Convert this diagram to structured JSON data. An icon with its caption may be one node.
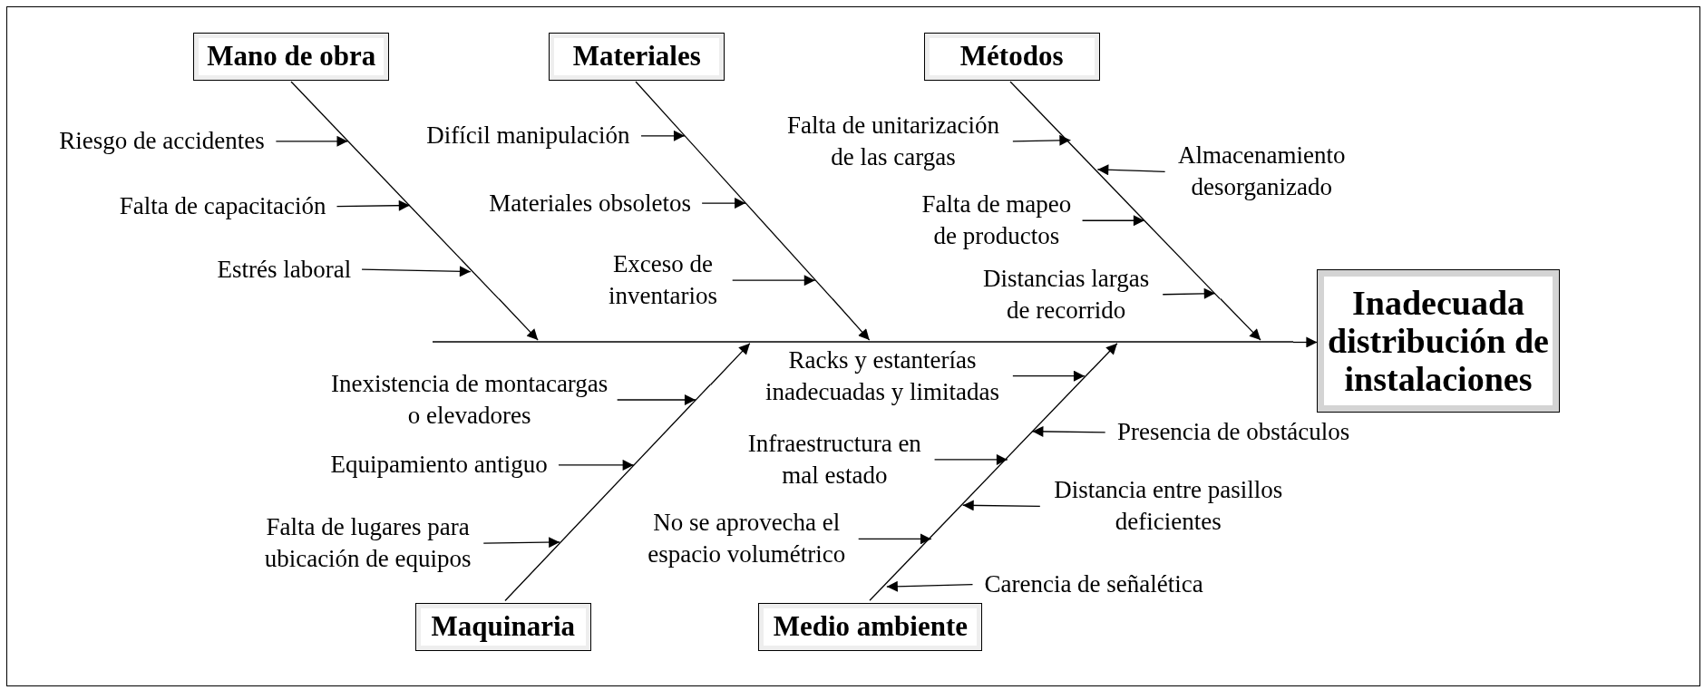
{
  "diagram": {
    "nodes": [
      {
        "text": [
          "Mano de obra"
        ]
      },
      {
        "text": [
          "Materiales"
        ]
      },
      {
        "text": [
          "Métodos"
        ]
      },
      {
        "text": [
          "Inadecuada distribución de instalaciones"
        ]
      },
      {
        "text": [
          "Maquinaria"
        ]
      },
      {
        "text": [
          "Medio ambiente"
        ]
      },
      {
        "text": [
          "Riesgo de accidentes"
        ]
      },
      {
        "text": [
          "Falta de capacitación"
        ]
      },
      {
        "text": [
          "Estrés laboral"
        ]
      },
      {
        "text": [
          "Difícil manipulación"
        ]
      },
      {
        "text": [
          "Materiales obsoletos"
        ]
      },
      {
        "text": [
          "Exceso de inventarios"
        ]
      },
      {
        "text": [
          "Falta de unitarización de las cargas"
        ]
      },
      {
        "text": [
          "Almacenamiento desorganizado"
        ]
      },
      {
        "text": [
          "Falta de mapeo de productos"
        ]
      },
      {
        "text": [
          "Distancias largas de recorrido"
        ]
      },
      {
        "text": [
          "Racks y estanterías inadecuadas y limitadas"
        ]
      },
      {
        "text": [
          "Inexistencia de montacargas o elevadores"
        ]
      },
      {
        "text": [
          "Presencia de obstáculos"
        ]
      },
      {
        "text": [
          "Infraestructura en mal estado"
        ]
      },
      {
        "text": [
          "Equipamiento antiguo"
        ]
      },
      {
        "text": [
          "Distancia entre pasillos deficientes"
        ]
      },
      {
        "text": [
          "Falta de lugares para ubicación de equipos"
        ]
      },
      {
        "text": [
          "No se aprovecha el espacio volumétrico"
        ]
      },
      {
        "text": [
          "Carencia de señalética"
        ]
      },
      {
        "text": [],
        "shape": "line"
      },
      {
        "text": [],
        "shape": "line"
      },
      {
        "text": [],
        "shape": "line"
      },
      {
        "text": [],
        "shape": "line"
      },
      {
        "text": [],
        "shape": "line"
      },
      {
        "text": [],
        "shape": "line"
      }
    ],
    "edges": [
      {
        "from": 25,
        "to": 3,
        "arrow": "to"
      },
      {
        "from": 26,
        "to": 25,
        "arrow": "to"
      },
      {
        "from": 28,
        "to": 25,
        "arrow": "to"
      },
      {
        "from": 30,
        "to": 25,
        "arrow": "to"
      },
      {
        "from": 27,
        "to": 25,
        "arrow": "to"
      },
      {
        "from": 29,
        "to": 25,
        "arrow": "to"
      },
      {
        "from": 6,
        "to": 26,
        "arrow": "to"
      },
      {
        "from": 7,
        "to": 26,
        "arrow": "to"
      },
      {
        "from": 8,
        "to": 26,
        "arrow": "to"
      },
      {
        "from": 9,
        "to": 28,
        "arrow": "to"
      },
      {
        "from": 10,
        "to": 28,
        "arrow": "to"
      },
      {
        "from": 11,
        "to": 28,
        "arrow": "to"
      },
      {
        "from": 12,
        "to": 30,
        "arrow": "to"
      },
      {
        "from": 13,
        "to": 30,
        "arrow": "to"
      },
      {
        "from": 14,
        "to": 30,
        "arrow": "to"
      },
      {
        "from": 15,
        "to": 30,
        "arrow": "to"
      },
      {
        "from": 16,
        "to": 29,
        "arrow": "to"
      },
      {
        "from": 17,
        "to": 27,
        "arrow": "to"
      },
      {
        "from": 18,
        "to": 29,
        "arrow": "to"
      },
      {
        "from": 19,
        "to": 29,
        "arrow": "to"
      },
      {
        "from": 20,
        "to": 27,
        "arrow": "to"
      },
      {
        "from": 21,
        "to": 29,
        "arrow": "to"
      },
      {
        "from": 22,
        "to": 27,
        "arrow": "to"
      },
      {
        "from": 23,
        "to": 29,
        "arrow": "to"
      },
      {
        "from": 24,
        "to": 29,
        "arrow": "to"
      }
    ]
  }
}
